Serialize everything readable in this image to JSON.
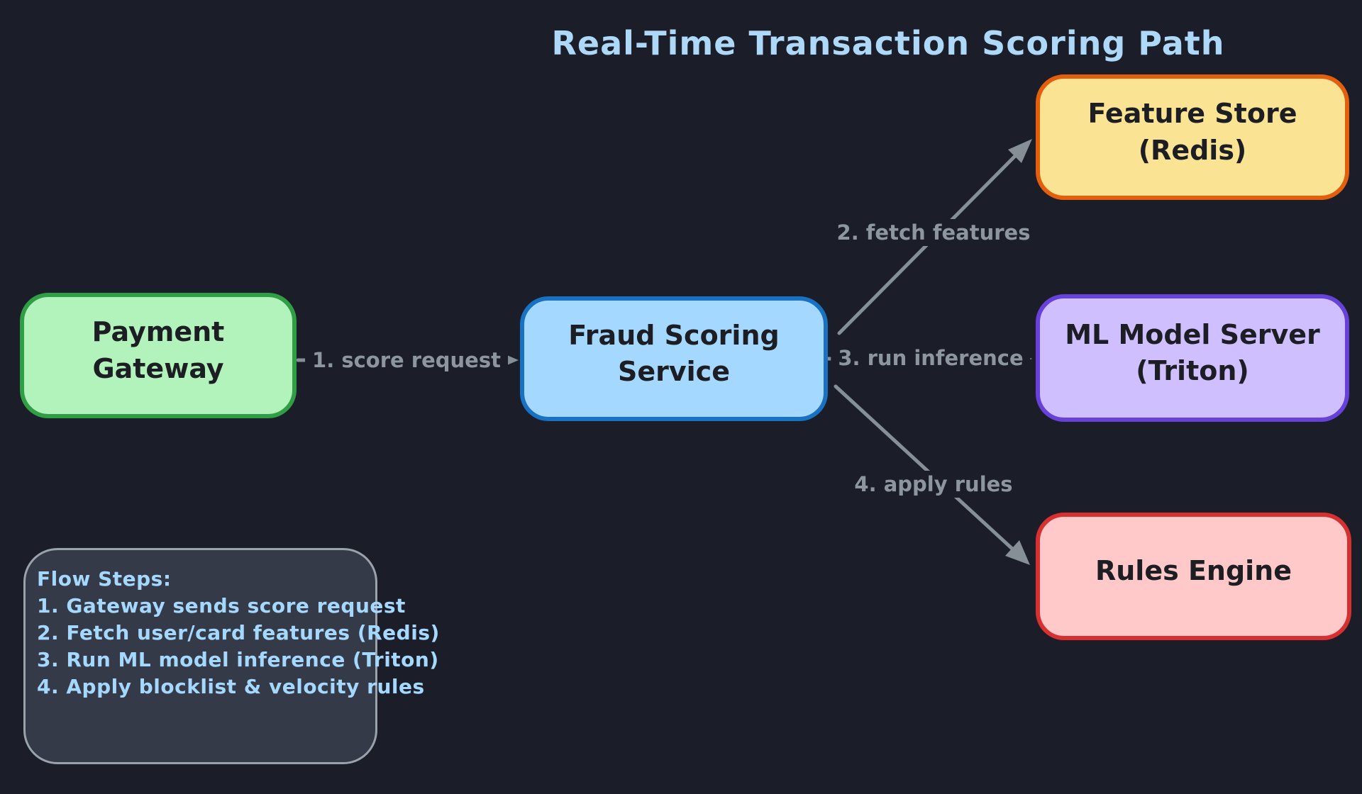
{
  "title": "Real-Time Transaction Scoring Path",
  "colors": {
    "background": "#1b1e29",
    "title_text": "#aed8f7",
    "edge_stroke": "#868e96",
    "edge_label_text": "#8d959e",
    "node_text": "#1d1e24",
    "note_fill": "#353a48",
    "note_border": "#9aa2ab",
    "note_text": "#a5d8ff"
  },
  "nodes": {
    "payment_gateway": {
      "line1": "Payment",
      "line2": "Gateway",
      "fill": "#b2f2bb",
      "border": "#2f9e44"
    },
    "fraud_scoring": {
      "line1": "Fraud Scoring",
      "line2": "Service",
      "fill": "#a5d8ff",
      "border": "#1971c2"
    },
    "feature_store": {
      "line1": "Feature Store",
      "line2": "(Redis)",
      "fill": "#fbe394",
      "border": "#e35f0e"
    },
    "ml_model_server": {
      "line1": "ML Model Server",
      "line2": "(Triton)",
      "fill": "#d0bfff",
      "border": "#6741d9"
    },
    "rules_engine": {
      "line1": "Rules Engine",
      "fill": "#ffc9c9",
      "border": "#d63030"
    }
  },
  "edges": {
    "score_request": {
      "label": "1. score request"
    },
    "fetch_features": {
      "label": "2. fetch features"
    },
    "run_inference": {
      "label": "3. run inference"
    },
    "apply_rules": {
      "label": "4. apply rules"
    }
  },
  "note": {
    "title": "Flow Steps:",
    "steps": [
      "1. Gateway sends score request",
      "2. Fetch user/card features (Redis)",
      "3. Run ML model inference (Triton)",
      "4. Apply blocklist & velocity rules"
    ]
  }
}
